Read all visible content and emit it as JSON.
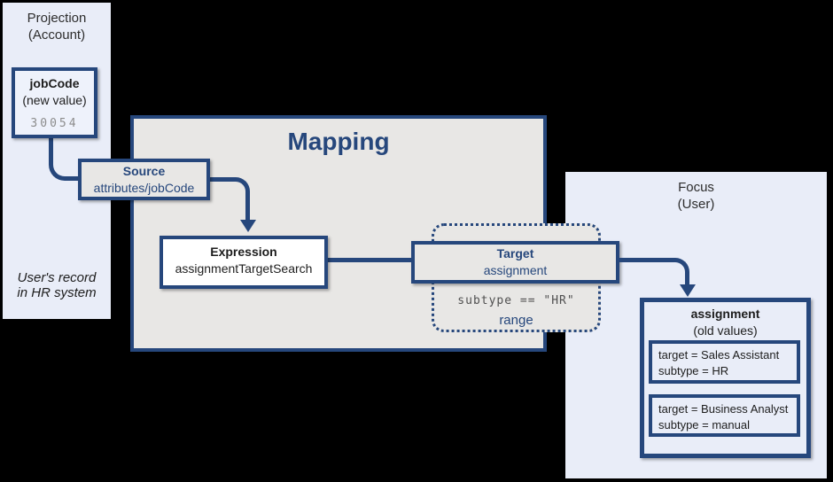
{
  "colors": {
    "navy": "#26477c",
    "mapping_gray": "#e8e7e5",
    "panel_lavender": "#e9edf8",
    "page_background": "#000000",
    "value_gray": "#8c8c8c",
    "code_gray": "#4f4f4f"
  },
  "projection": {
    "title_line1": "Projection",
    "title_line2": "(Account)",
    "jobcode": {
      "name": "jobCode",
      "sub": "(new value)",
      "value": "30054"
    },
    "footer_line1": "User's record",
    "footer_line2": "in HR system"
  },
  "mapping": {
    "title": "Mapping",
    "source": {
      "label": "Source",
      "value": "attributes/jobCode"
    },
    "expression": {
      "label": "Expression",
      "value": "assignmentTargetSearch"
    },
    "target": {
      "label": "Target",
      "value": "assignment",
      "condition": "subtype == \"HR\"",
      "range_label": "range"
    }
  },
  "focus": {
    "title_line1": "Focus",
    "title_line2": "(User)",
    "assignment": {
      "name": "assignment",
      "sub": "(old values)",
      "values": [
        {
          "line1": "target = Sales Assistant",
          "line2": "subtype = HR"
        },
        {
          "line1": "target = Business Analyst",
          "line2": "subtype = manual"
        }
      ]
    }
  }
}
